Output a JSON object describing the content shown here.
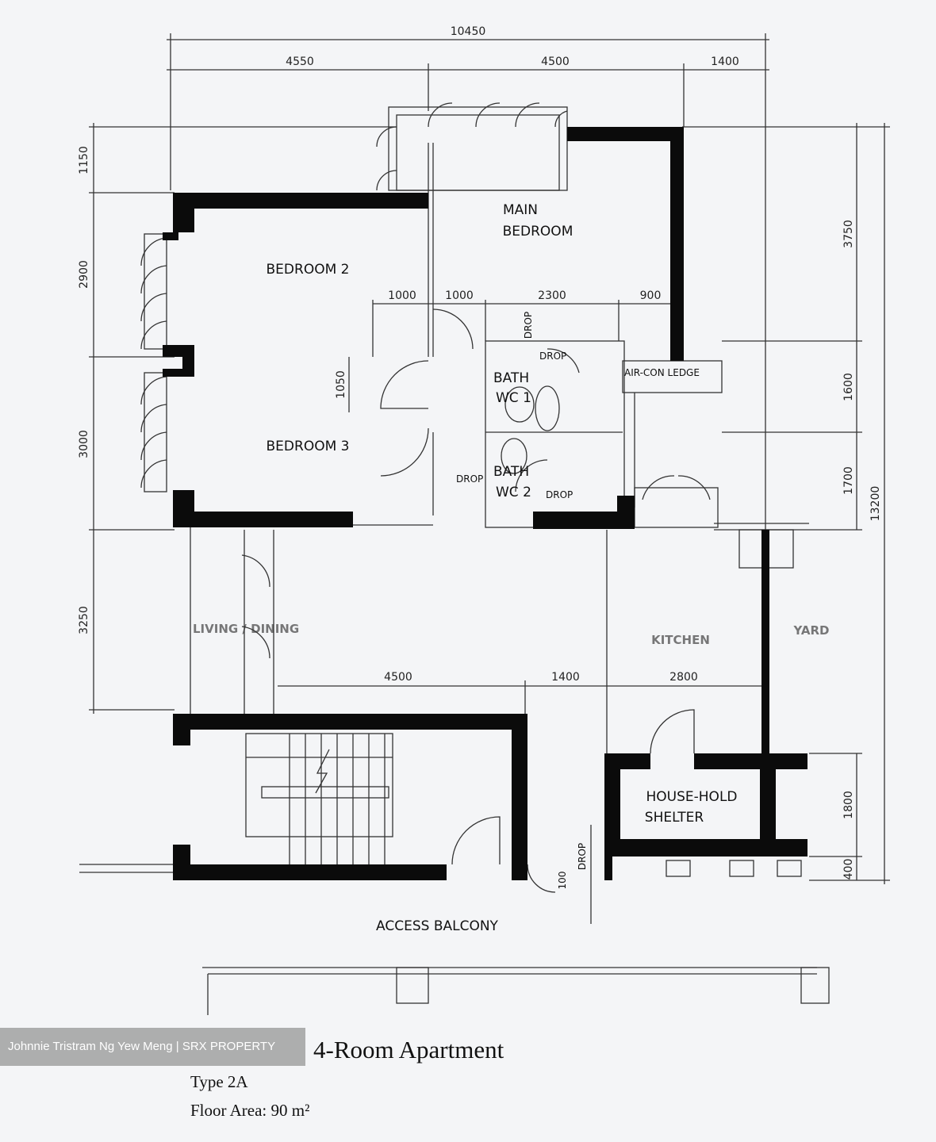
{
  "dimensions": {
    "top_total": "10450",
    "top": [
      "4550",
      "4500",
      "1400"
    ],
    "left": [
      "1150",
      "2900",
      "3000",
      "3250"
    ],
    "right": [
      "3750",
      "1600",
      "1700",
      "13200",
      "1800",
      "400"
    ],
    "inner_row1": [
      "1000",
      "1000",
      "2300",
      "900"
    ],
    "inner_vertical": "1050",
    "inner_row2": [
      "4500",
      "1400",
      "2800"
    ],
    "door_100": "100"
  },
  "rooms": {
    "main_bedroom": [
      "MAIN",
      "BEDROOM"
    ],
    "bedroom2": "BEDROOM 2",
    "bedroom3": "BEDROOM 3",
    "bath1": [
      "BATH",
      "WC 1"
    ],
    "bath2": [
      "BATH",
      "WC 2"
    ],
    "aircon": "AIR-CON LEDGE",
    "living": "LIVING / DINING",
    "kitchen": "KITCHEN",
    "yard": "YARD",
    "shelter": [
      "HOUSE-HOLD",
      "SHELTER"
    ],
    "access": "ACCESS BALCONY",
    "drop": "DROP"
  },
  "caption": {
    "title": "4-Room Apartment",
    "type": "Type 2A",
    "area": "Floor Area: 90 m²"
  },
  "watermark": "Johnnie Tristram Ng Yew Meng | SRX PROPERTY"
}
